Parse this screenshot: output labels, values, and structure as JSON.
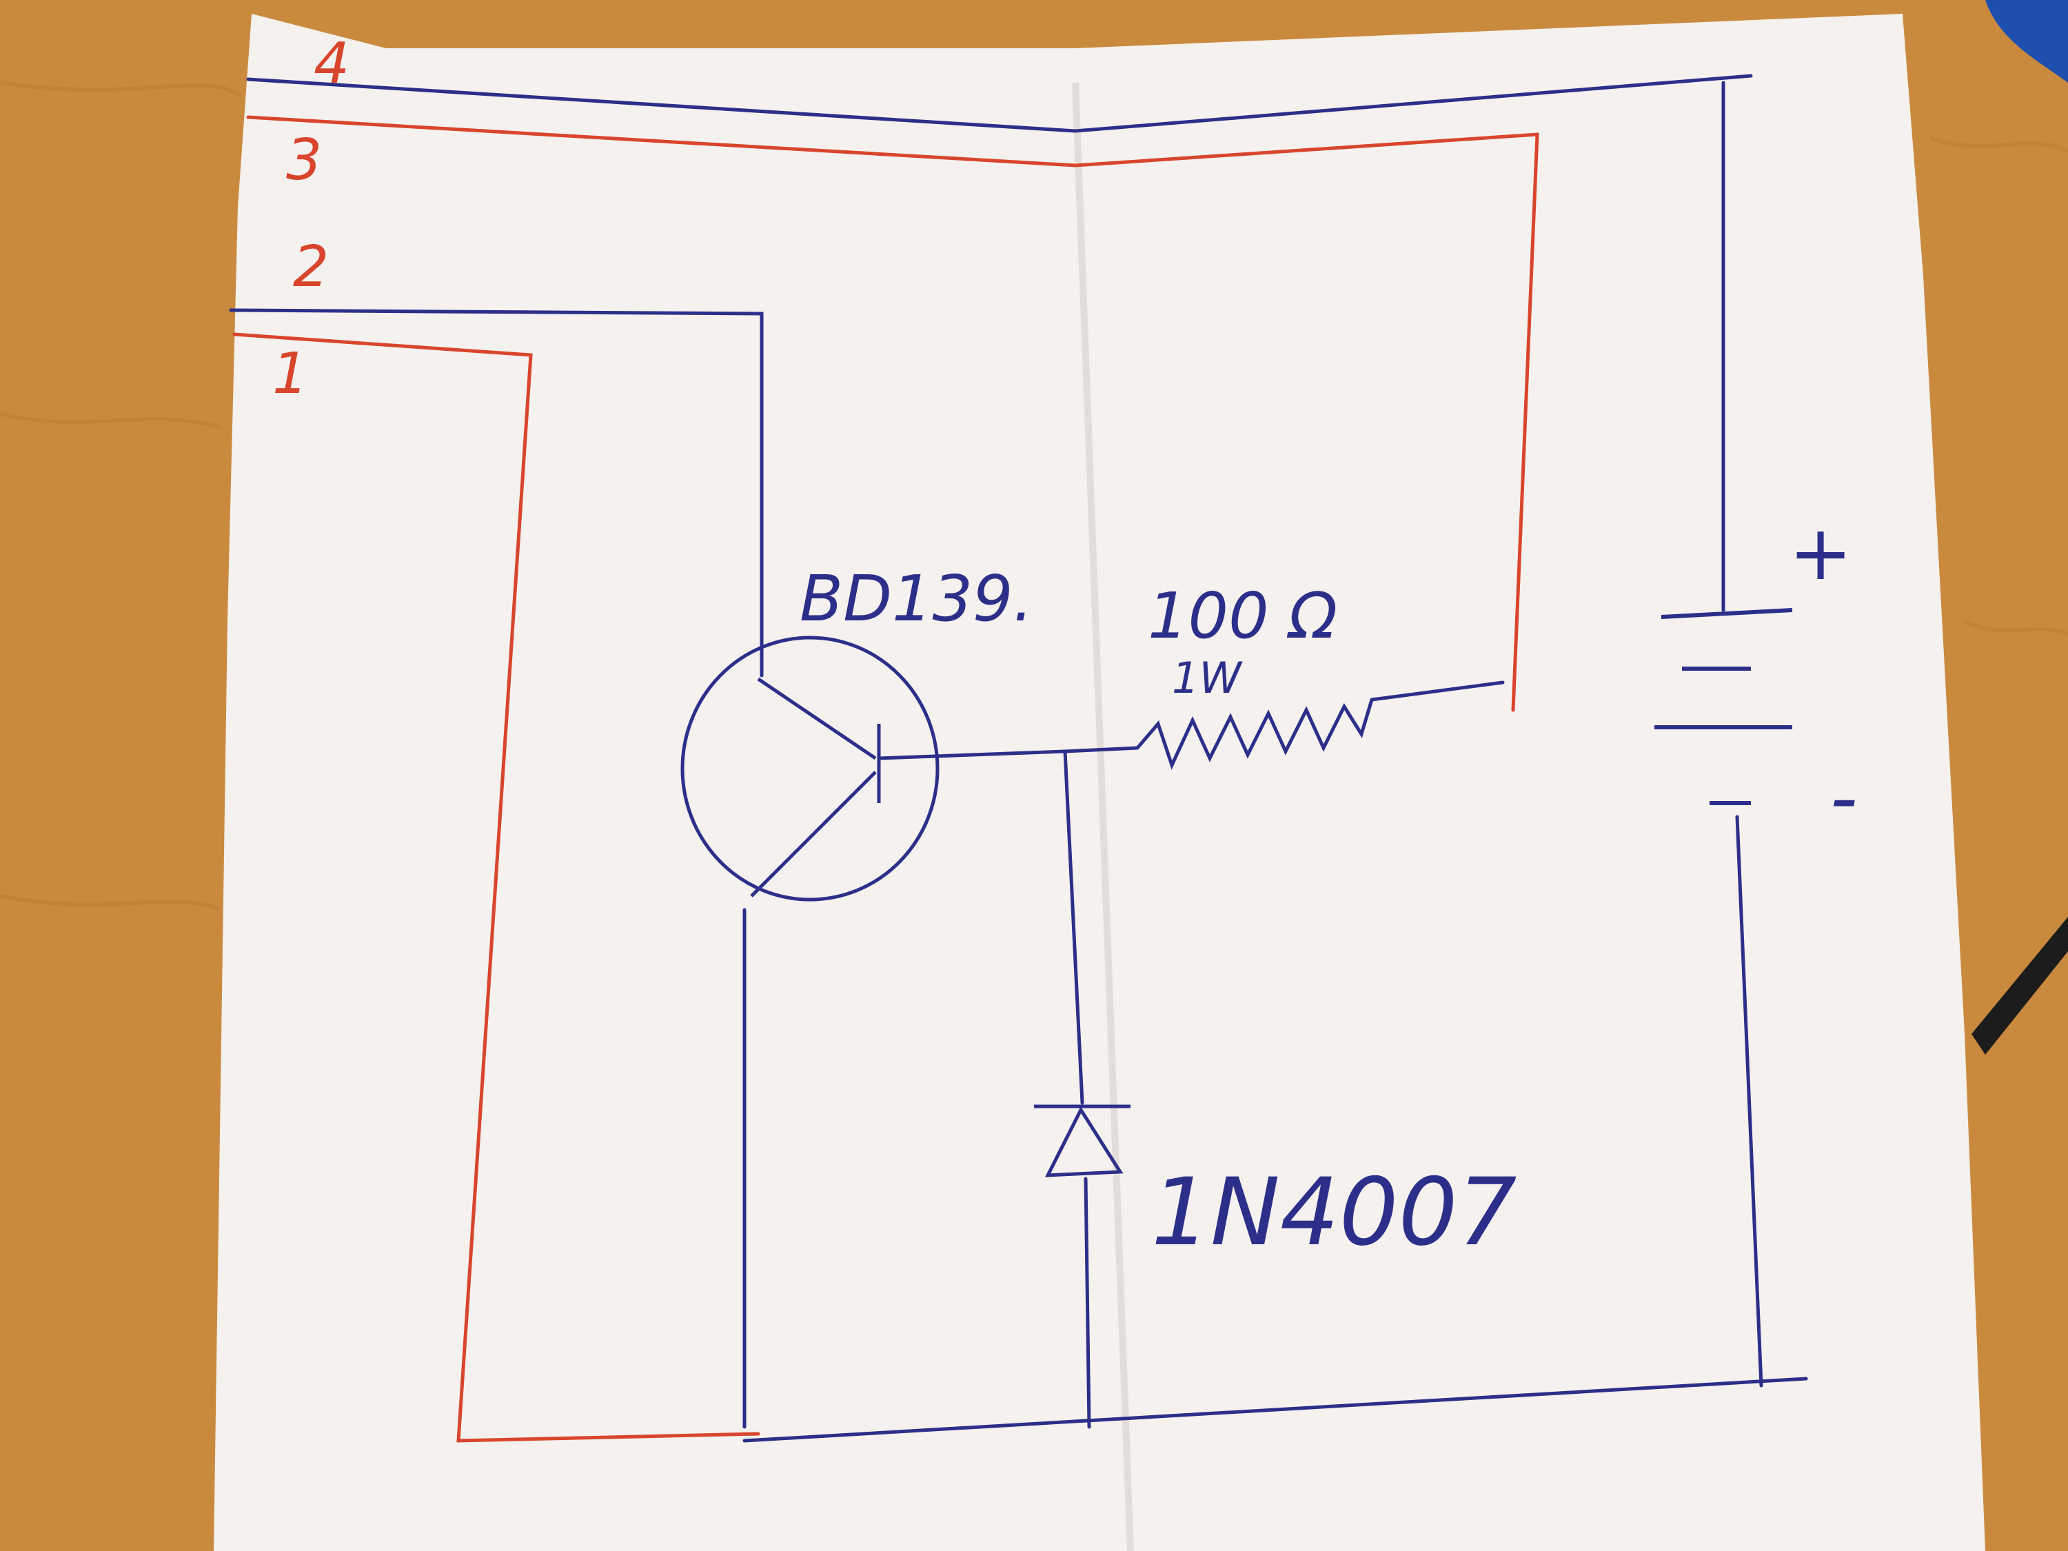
{
  "diagram": {
    "wire_labels": [
      "4",
      "3",
      "2",
      "1"
    ],
    "transistor_label": "BD139.",
    "resistor_value": "100 Ω",
    "resistor_power": "1W",
    "diode_label": "1N4007",
    "battery_plus": "+",
    "battery_minus": "-"
  },
  "colors": {
    "table": "#c98a3e",
    "paper": "#f4f1ee",
    "blue_ink": "#2c2f8a",
    "red_ink": "#d9452c"
  }
}
